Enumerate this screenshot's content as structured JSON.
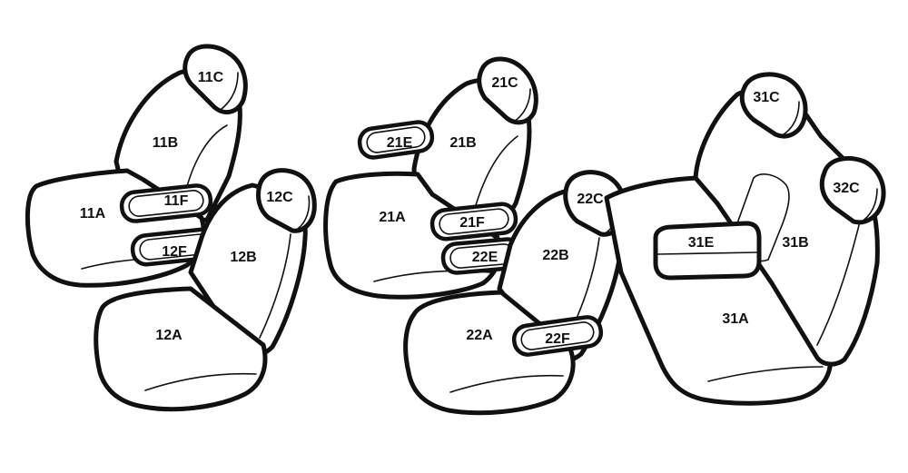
{
  "parts": {
    "p11A": "11A",
    "p11B": "11B",
    "p11C": "11C",
    "p11F": "11F",
    "p12A": "12A",
    "p12B": "12B",
    "p12C": "12C",
    "p12F": "12F",
    "p21A": "21A",
    "p21B": "21B",
    "p21C": "21C",
    "p21E": "21E",
    "p21F": "21F",
    "p22A": "22A",
    "p22B": "22B",
    "p22C": "22C",
    "p22E": "22E",
    "p22F": "22F",
    "p31A": "31A",
    "p31B": "31B",
    "p31C": "31C",
    "p31E": "31E",
    "p32C": "32C"
  }
}
